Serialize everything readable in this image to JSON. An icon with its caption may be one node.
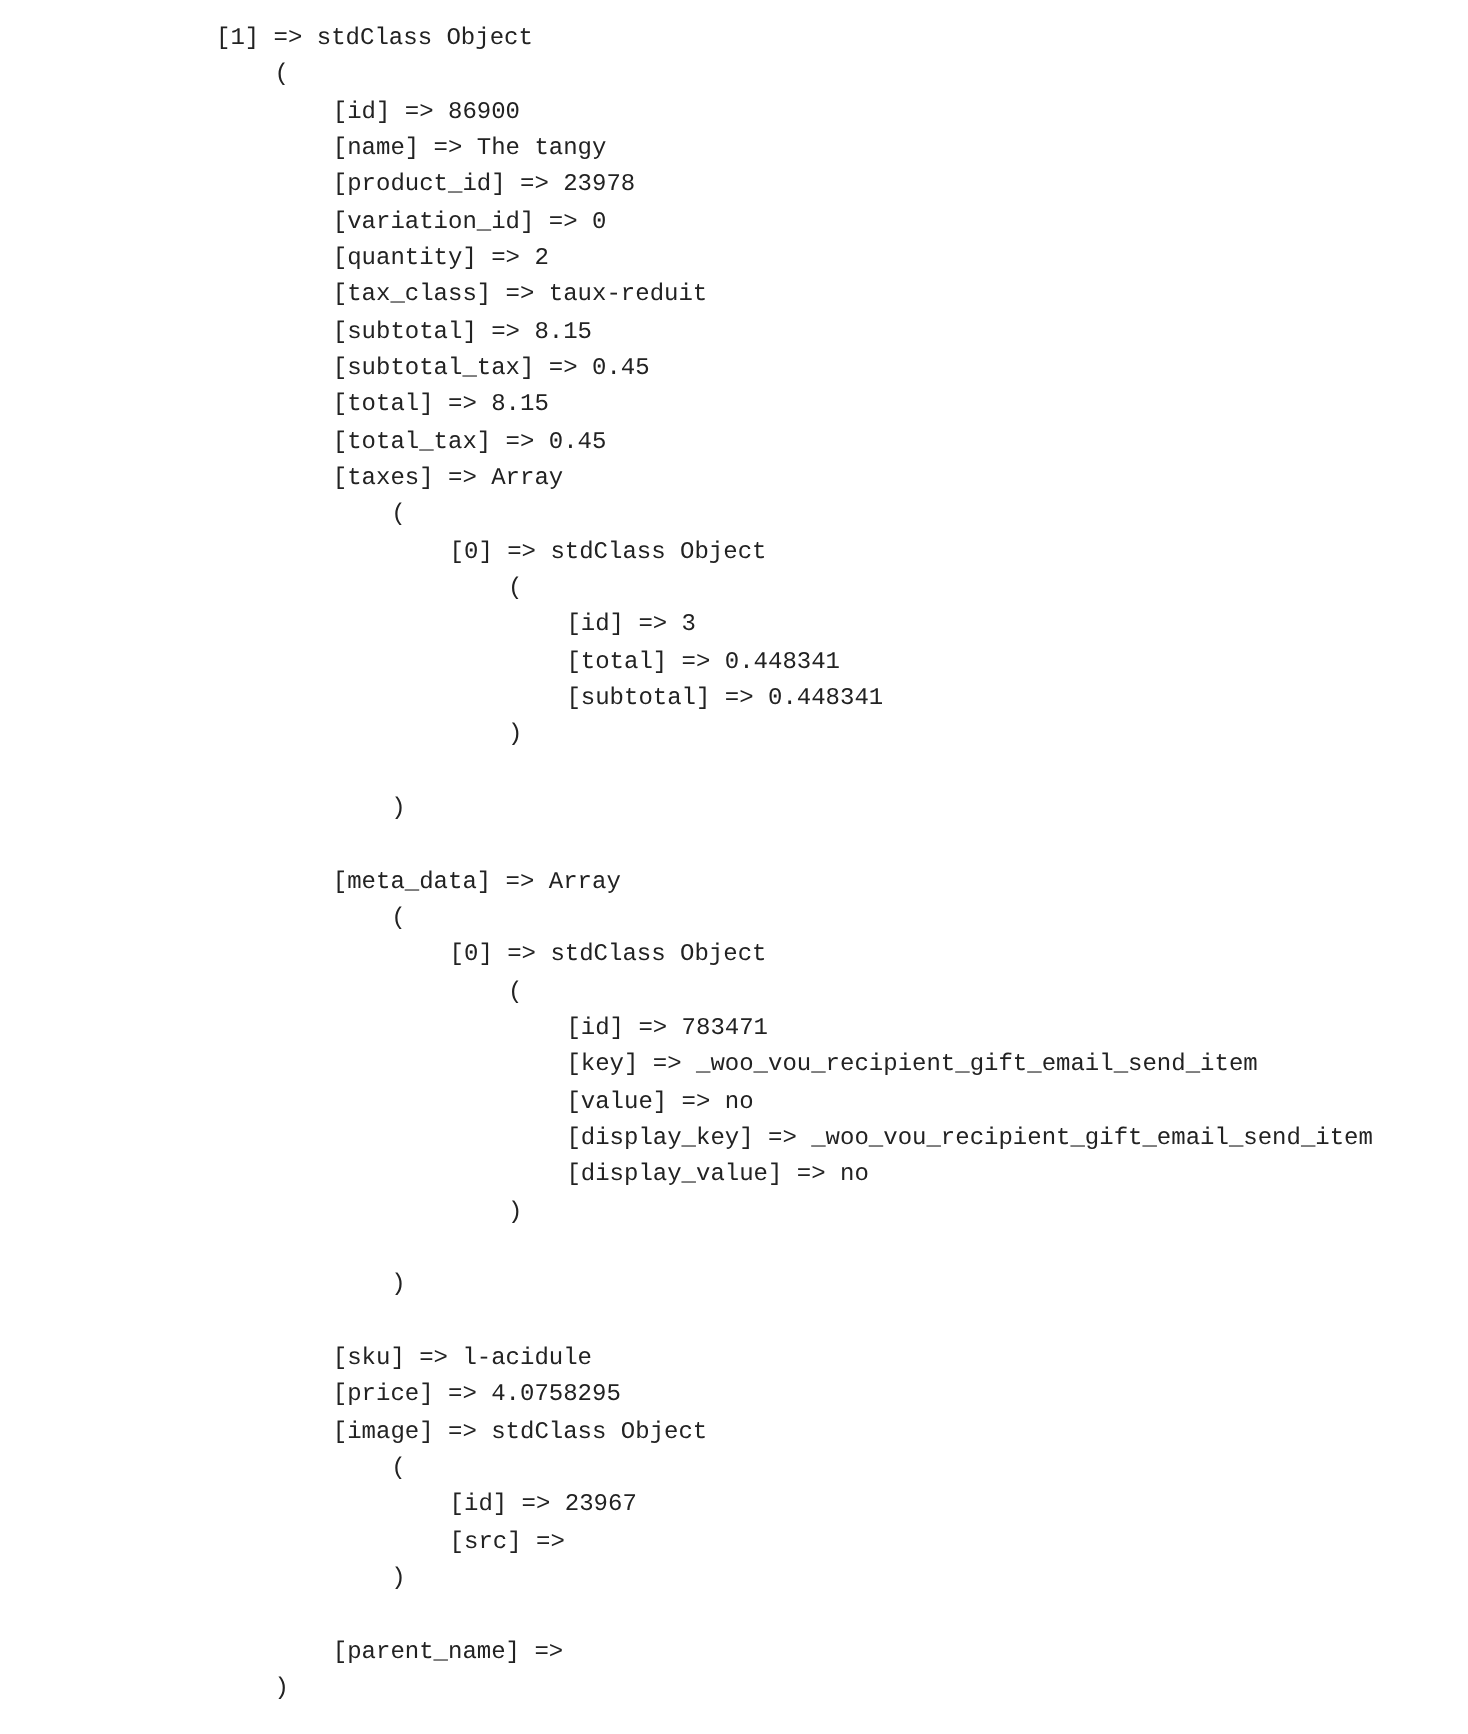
{
  "diagram": {
    "labels": [
      "[1] => stdClass Object",
      "(",
      "[id] => 86900",
      "[name] => The tangy",
      "[product_id] => 23978",
      "[variation_id] => 0",
      "[quantity] => 2",
      "[tax_class] => taux-reduit",
      "[subtotal] => 8.15",
      "[subtotal_tax] => 0.45",
      "[total] => 8.15",
      "[total_tax] => 0.45",
      "[taxes] => Array",
      "(",
      "[0] => stdClass Object",
      "(",
      "[id] => 3",
      "[total] => 0.448341",
      "[subtotal] => 0.448341",
      ")",
      ")",
      "[meta_data] => Array",
      "(",
      "[0] => stdClass Object",
      "(",
      "[id] => 783471",
      "[key] => _woo_vou_recipient_gift_email_send_item",
      "[value] => no",
      "[display_key] => _woo_vou_recipient_gift_email_send_item",
      "[display_value] => no",
      ")",
      ")",
      "[sku] => l-acidule",
      "[price] => 4.0758295",
      "[image] => stdClass Object",
      "(",
      "[id] => 23967",
      "[src] =>",
      ")",
      "[parent_name] =>",
      ")"
    ]
  }
}
